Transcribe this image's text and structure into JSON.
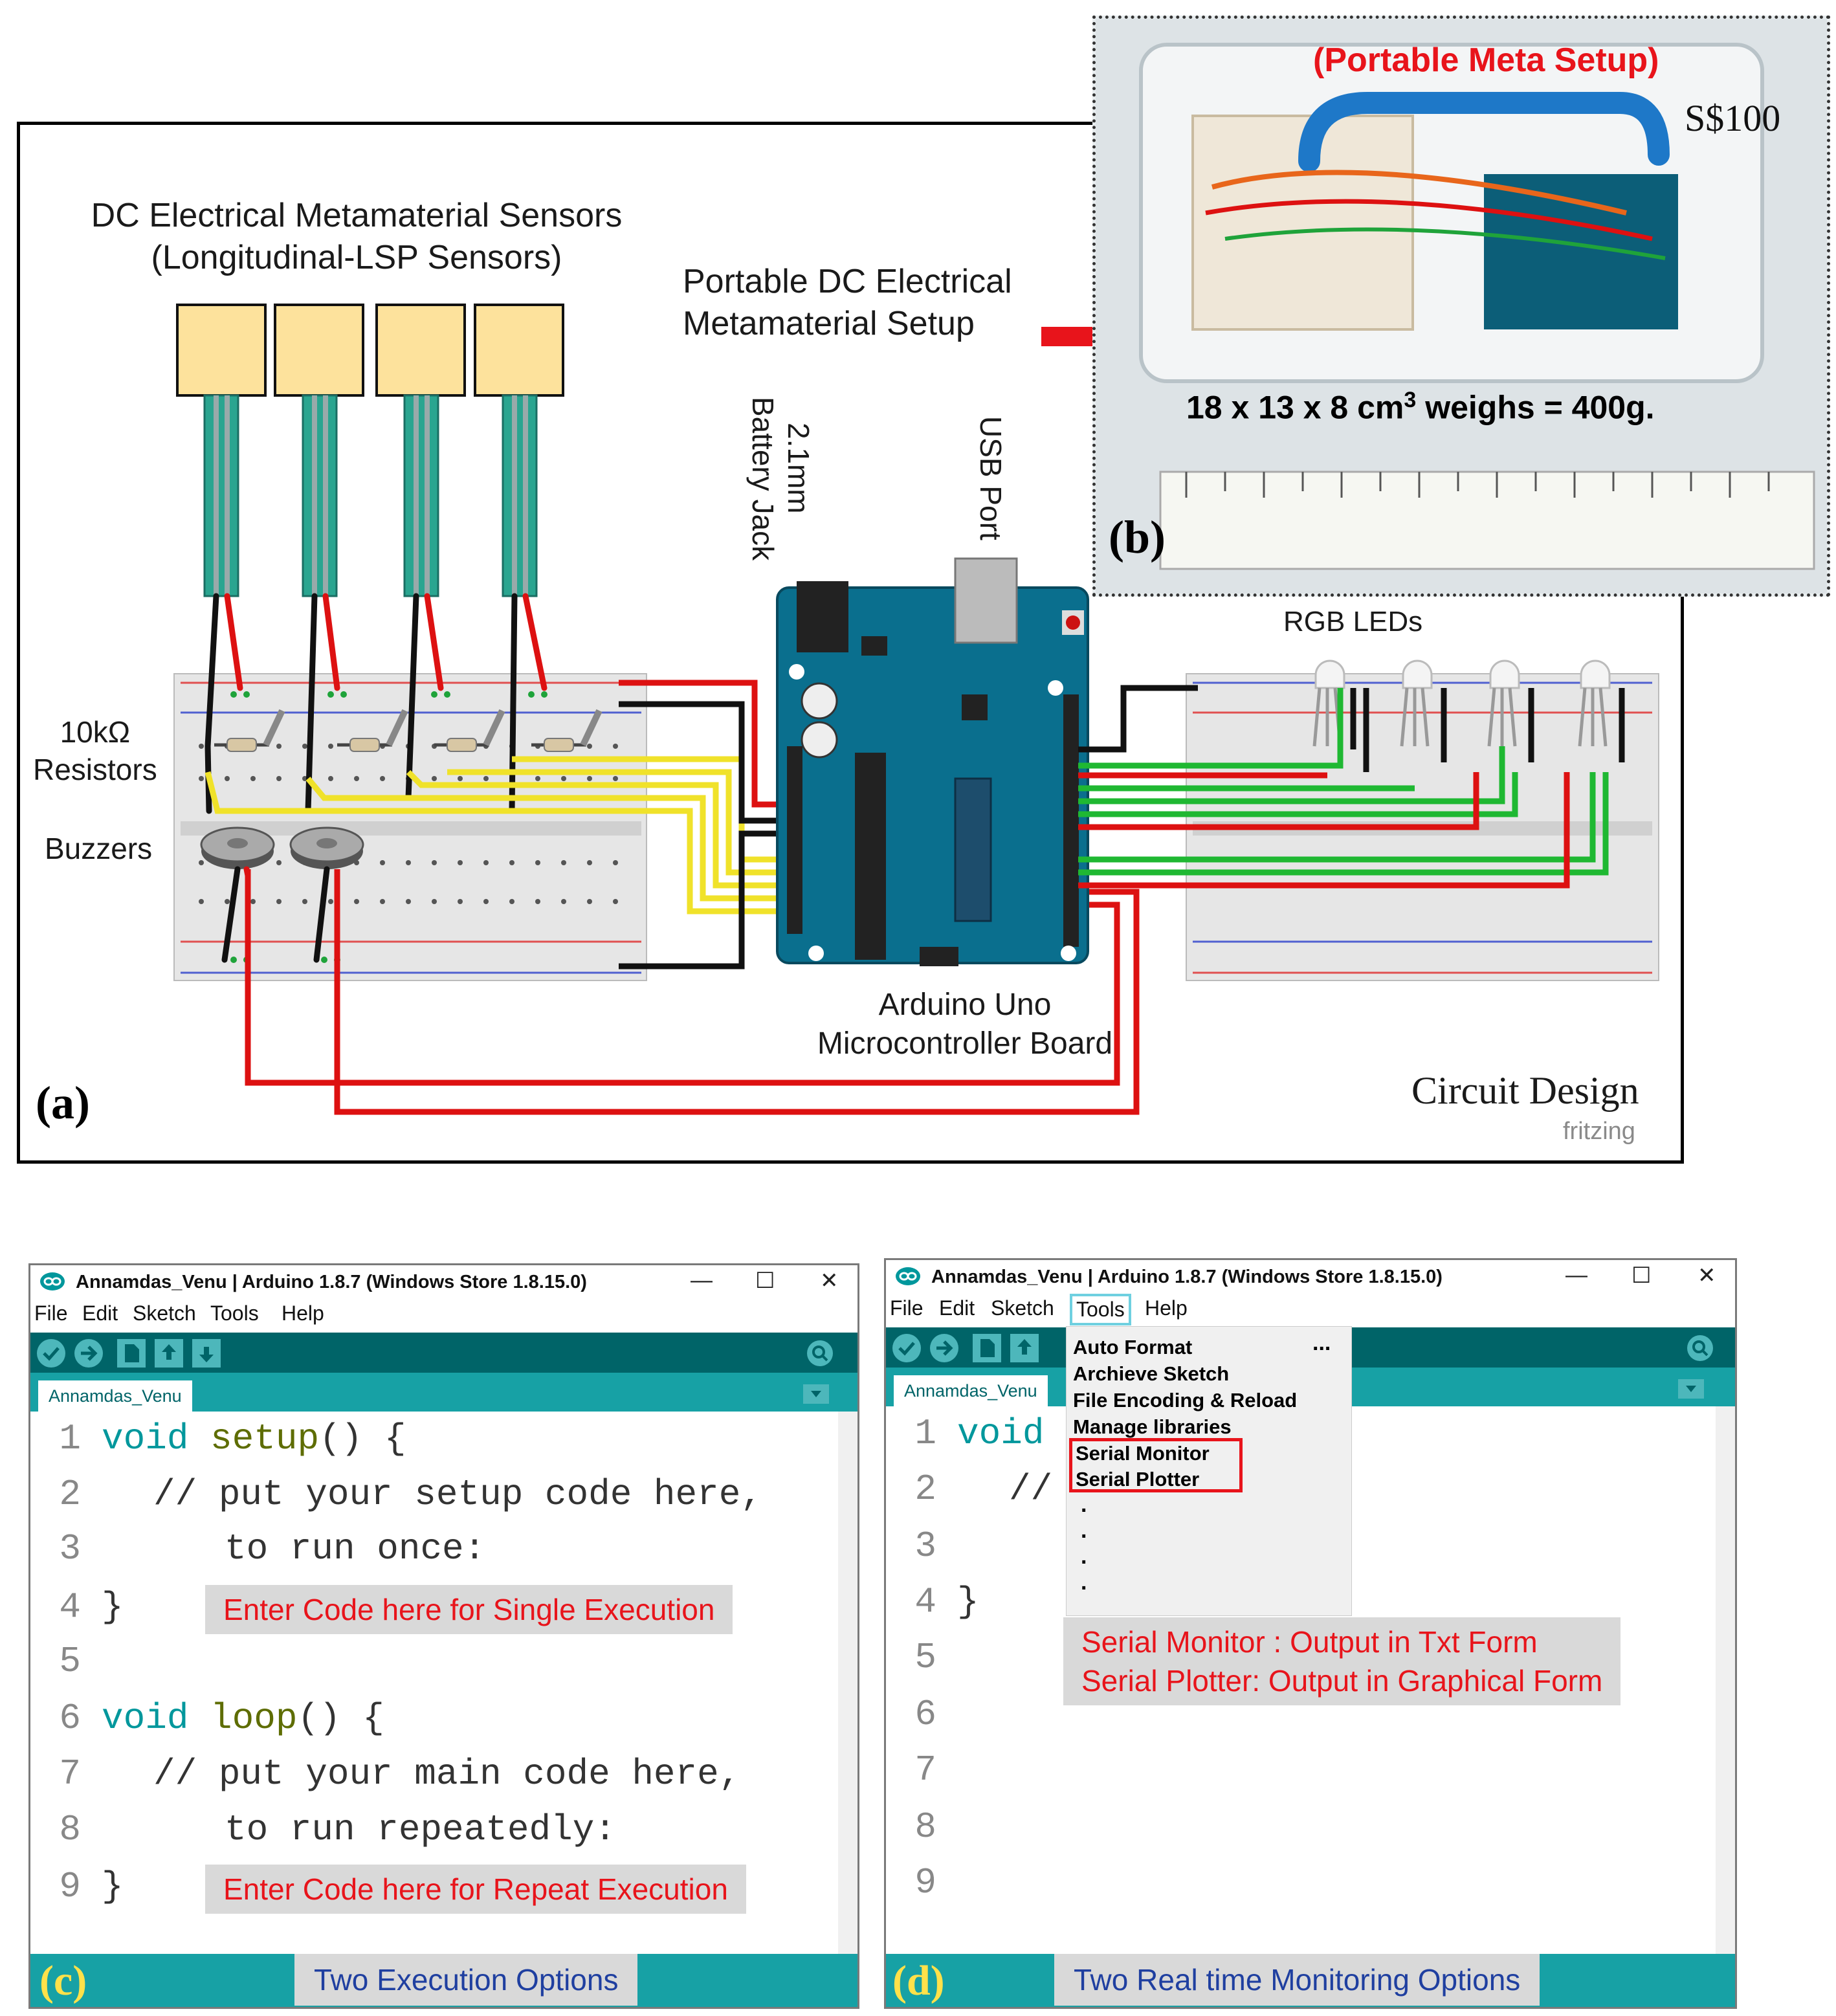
{
  "panel_a": {
    "label": "(a)",
    "sensors_title_line1": "DC Electrical Metamaterial Sensors",
    "sensors_title_line2": "(Longitudinal-LSP Sensors)",
    "portable_line1": "Portable DC Electrical",
    "portable_line2": "Metamaterial Setup",
    "battery_jack_line1": "2.1mm",
    "battery_jack_line2": "Battery Jack",
    "usb_port": "USB Port",
    "resistors_line1": "10kΩ",
    "resistors_line2": "Resistors",
    "buzzers": "Buzzers",
    "rgb_leds": "RGB LEDs",
    "arduino_line1": "Arduino Uno",
    "arduino_line2": "Microcontroller Board",
    "circuit_design": "Circuit Design",
    "fritzing": "fritzing"
  },
  "panel_b": {
    "label": "(b)",
    "title": "(Portable Meta Setup)",
    "price": "S$100",
    "dimensions_prefix": "18 x 13 x 8 cm",
    "dimensions_exp": "3",
    "dimensions_suffix": " weighs = 400g."
  },
  "ide_common": {
    "title": "Annamdas_Venu | Arduino 1.8.7 (Windows Store 1.8.15.0)",
    "tab": "Annamdas_Venu",
    "menu": [
      "File",
      "Edit",
      "Sketch",
      "Tools",
      "Help"
    ],
    "minimize": "—",
    "maximize": "☐",
    "close": "✕"
  },
  "panel_c": {
    "label": "(c)",
    "lines": [
      "1",
      "2",
      "3",
      "4",
      "5",
      "6",
      "7",
      "8",
      "9"
    ],
    "kw_void": "void",
    "fn_setup": "setup",
    "setup_tail": "() {",
    "comment_setup_1": "// put your setup code here,",
    "comment_setup_2": "to run once:",
    "close_brace": "}",
    "fn_loop": "loop",
    "loop_tail": "() {",
    "comment_loop_1": "// put your main code here,",
    "comment_loop_2": "to run repeatedly:",
    "note_single": "Enter Code here for Single Execution",
    "note_repeat": "Enter Code here for Repeat Execution",
    "bottom_note": "Two Execution Options"
  },
  "panel_d": {
    "label": "(d)",
    "lines": [
      "1",
      "2",
      "3",
      "4",
      "5",
      "6",
      "7",
      "8",
      "9"
    ],
    "kw_void": "void",
    "comment_partial": "//",
    "close_brace": "}",
    "menu_items": [
      "Auto Format",
      "Archieve Sketch",
      "File Encoding & Reload",
      "Manage libraries",
      "Serial Monitor",
      "Serial Plotter"
    ],
    "menu_ellipsis": "...",
    "dots": [
      ".",
      ".",
      ".",
      "."
    ],
    "note_line1": "Serial Monitor : Output in Txt Form",
    "note_line2": "Serial Plotter:   Output in Graphical Form",
    "bottom_note": "Two Real time Monitoring Options"
  }
}
